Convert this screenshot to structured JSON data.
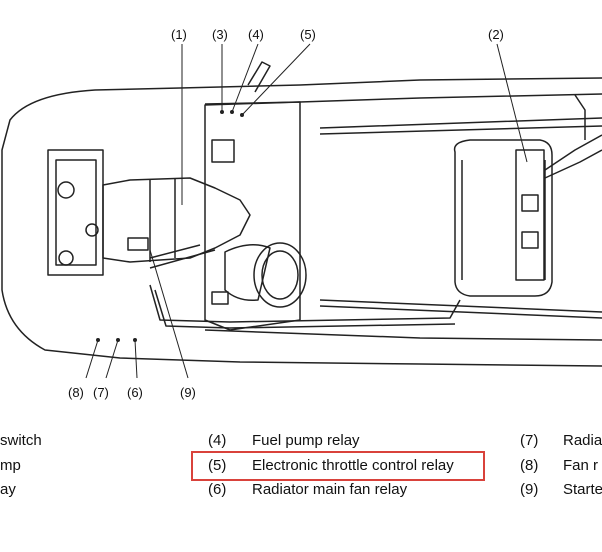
{
  "callouts": {
    "c1": "(1)",
    "c2": "(2)",
    "c3": "(3)",
    "c4": "(4)",
    "c5": "(5)",
    "c6": "(6)",
    "c7": "(7)",
    "c8": "(8)",
    "c9": "(9)"
  },
  "legend": {
    "col1": [
      {
        "label": "switch"
      },
      {
        "label": "mp"
      },
      {
        "label": "ay"
      }
    ],
    "col2": [
      {
        "num": "(4)",
        "label": "Fuel pump relay"
      },
      {
        "num": "(5)",
        "label": "Electronic throttle control relay"
      },
      {
        "num": "(6)",
        "label": "Radiator main fan relay"
      }
    ],
    "col3": [
      {
        "num": "(7)",
        "label": "Radia"
      },
      {
        "num": "(8)",
        "label": "Fan r"
      },
      {
        "num": "(9)",
        "label": "Starte"
      }
    ]
  },
  "colors": {
    "highlight": "#d9423b",
    "line": "#222222"
  }
}
